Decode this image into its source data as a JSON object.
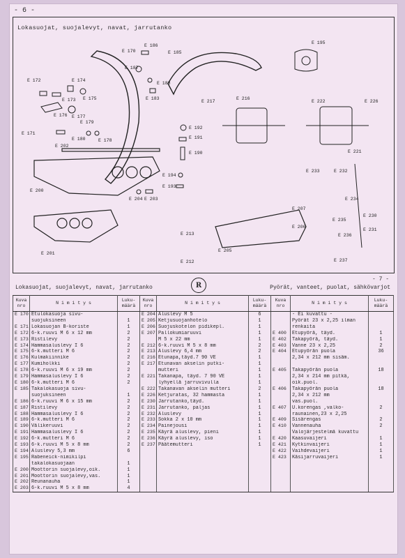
{
  "page_number_top": "- 6 -",
  "diagram": {
    "title": "Lokasuojat, suojalevyt, navat, jarrutanko",
    "labels": [
      "E 170",
      "E 172",
      "E 173",
      "E 174",
      "E 175",
      "E 176",
      "E 177",
      "E 171",
      "E 178",
      "E 179",
      "E 180",
      "E 186",
      "E 187",
      "E 188",
      "E 185",
      "E 183",
      "E 195",
      "E 216",
      "E 217",
      "E 222",
      "E 226",
      "E 192",
      "E 191",
      "E 190",
      "E 202",
      "E 194",
      "E 193",
      "E 204",
      "E 203",
      "E 200",
      "E 233",
      "E 232",
      "E 221",
      "E 234",
      "E 207",
      "E 206",
      "E 201",
      "E 213",
      "E 212",
      "E 205",
      "E 230",
      "E 235",
      "E 231",
      "E 236",
      "E 237"
    ]
  },
  "lower_header": {
    "left_title": "Lokasuojat, suojalevyt, navat, jarrutanko",
    "right_title": "Pyörät, vanteet, puolat, sähkövarjot",
    "page_number": "- 7 -",
    "logo_letter": "R"
  },
  "columns": {
    "kuva": "Kuva nro",
    "nimitys": "N i m i t y s",
    "lukumaara": "Luku- määrä"
  },
  "rows": [
    {
      "a": [
        "E 170",
        "Etulokasuoja sivu-",
        ""
      ],
      "b": [
        "E 204",
        "Aluslevy M 5",
        "6"
      ],
      "c": [
        "",
        "- Ei kuvattu -",
        ""
      ]
    },
    {
      "a": [
        "",
        "suojuksineen",
        "1"
      ],
      "b": [
        "E 205",
        "Ketjusuojanhotelo",
        "1"
      ],
      "c": [
        "",
        "Pyörät 23 x 2,25 ilman",
        ""
      ]
    },
    {
      "a": [
        "E 171",
        "Lokasuojan B-koriste",
        "1"
      ],
      "b": [
        "E 206",
        "Suojuskotelon pidikepl.",
        "1"
      ],
      "c": [
        "",
        "renkaita",
        ""
      ]
    },
    {
      "a": [
        "E 172",
        "6-k.ruuvi M 6 x 12 mm",
        "2"
      ],
      "b": [
        "E 207",
        "Pallokumiaruuvi",
        "1"
      ],
      "c": [
        "E 400",
        "Etupyörä, täyd.",
        "1"
      ]
    },
    {
      "a": [
        "E 173",
        "Ristilevy",
        "2"
      ],
      "b": [
        "",
        "M 5 x 22 mm",
        "1"
      ],
      "c": [
        "E 402",
        "Takapyörä, täyd.",
        "1"
      ]
    },
    {
      "a": [
        "E 174",
        "Hammasaluslevy I 6",
        "2"
      ],
      "b": [
        "E 212",
        "6-k.ruuvi M 5 x 8 mm",
        "2"
      ],
      "c": [
        "E 403",
        "Vanne 23 x 2,25",
        "2"
      ]
    },
    {
      "a": [
        "E 175",
        "6-k.mutteri M 6",
        "2"
      ],
      "b": [
        "E 213",
        "Aluslevy 6,4 mm",
        "2"
      ],
      "c": [
        "E 404",
        "Etupyörän puola",
        "36"
      ]
    },
    {
      "a": [
        "E 176",
        "Kulmakiinnike",
        "2"
      ],
      "b": [
        "E 216",
        "Etunapa,täyd.7 90 VE",
        "1"
      ],
      "c": [
        "",
        "2,34 x 212 mm sisäm.",
        ""
      ]
    },
    {
      "a": [
        "E 177",
        "Kumiholkki",
        "2"
      ],
      "b": [
        "E 217",
        "Etunavan akselin putki-",
        "1"
      ],
      "c": [
        "",
        "",
        ""
      ]
    },
    {
      "a": [
        "E 178",
        "6-k.ruuvi M 6 x 19 mm",
        "2"
      ],
      "b": [
        "",
        "mutteri",
        "1"
      ],
      "c": [
        "E 405",
        "Takapyörän puola",
        "18"
      ]
    },
    {
      "a": [
        "E 179",
        "Hammasaluslevy I 6",
        "2"
      ],
      "b": [
        "E 221",
        "Takanapa, täyd. 7 90 VE",
        "1"
      ],
      "c": [
        "",
        "2,34 x 214 mm pitkä,",
        ""
      ]
    },
    {
      "a": [
        "E 180",
        "6-k.mutteri M 6",
        "2"
      ],
      "b": [
        "",
        "lyhyellä jarruvivulla",
        "1"
      ],
      "c": [
        "",
        "oik.puol.",
        ""
      ]
    },
    {
      "a": [
        "E 185",
        "Takalokasuoja sivu-",
        ""
      ],
      "b": [
        "E 222",
        "Takanavan akselin mutteri",
        "2"
      ],
      "c": [
        "E 406",
        "Takapyörän puola",
        "18"
      ]
    },
    {
      "a": [
        "",
        "suojuksineen",
        "1"
      ],
      "b": [
        "E 226",
        "Ketjuratas, 32 hammasta",
        "1"
      ],
      "c": [
        "",
        "2,34 x 212 mm",
        ""
      ]
    },
    {
      "a": [
        "E 186",
        "6-k.ruuvi M 6 x 15 mm",
        "2"
      ],
      "b": [
        "E 230",
        "Jarrutanko,täyd.",
        "1"
      ],
      "c": [
        "",
        "vas.puol.",
        ""
      ]
    },
    {
      "a": [
        "E 187",
        "Ristilevy",
        "2"
      ],
      "b": [
        "E 231",
        "Jarrutanko, paljas",
        "1"
      ],
      "c": [
        "E 407",
        "U.korengas ,valko-",
        "2"
      ]
    },
    {
      "a": [
        "E 188",
        "Hammasaluslevy I 6",
        "2"
      ],
      "b": [
        "E 232",
        "Aluslevy",
        "1"
      ],
      "c": [
        "",
        "raunainen,23 x 2,25",
        ""
      ]
    },
    {
      "a": [
        "E 189",
        "6-k.mutteri M 6",
        "2"
      ],
      "b": [
        "E 233",
        "Sokka 2 x 10 mm",
        "1"
      ],
      "c": [
        "E 409",
        "Sisärengas",
        "2"
      ]
    },
    {
      "a": [
        "E 190",
        "Välikeruuvi",
        "2"
      ],
      "b": [
        "E 234",
        "Painejousi",
        "1"
      ],
      "c": [
        "E 410",
        "Vannenauha",
        "2"
      ]
    },
    {
      "a": [
        "E 191",
        "Hammasaluslevy I 6",
        "2"
      ],
      "b": [
        "E 235",
        "Käyrä aluslevy, pieni",
        "1"
      ],
      "c": [
        "",
        "Valojärjestelmä kuvattu",
        ""
      ]
    },
    {
      "a": [
        "E 192",
        "6-k.mutteri M 6",
        "2"
      ],
      "b": [
        "E 236",
        "Käyrä aluslevy, iso",
        "1"
      ],
      "c": [
        "E 420",
        "Kaasuvaijeri",
        "1"
      ]
    },
    {
      "a": [
        "E 193",
        "6-k.ruuvi M 5 x 8 mm",
        "2"
      ],
      "b": [
        "E 237",
        "Päätemutteri",
        "1"
      ],
      "c": [
        "E 421",
        "Kytkinvaijeri",
        "1"
      ]
    },
    {
      "a": [
        "E 194",
        "Aluslevy 5,3 mm",
        "6"
      ],
      "b": [
        "",
        "",
        ""
      ],
      "c": [
        "E 422",
        "Vaihdevaijeri",
        "1"
      ]
    },
    {
      "a": [
        "E 195",
        "Rabeneick-nimikilpi",
        ""
      ],
      "b": [
        "",
        "",
        ""
      ],
      "c": [
        "E 423",
        "Käsijarruvaijeri",
        "1"
      ]
    },
    {
      "a": [
        "",
        "takalokasuojaan",
        "1"
      ],
      "b": [
        "",
        "",
        ""
      ],
      "c": [
        "",
        "",
        ""
      ]
    },
    {
      "a": [
        "E 200",
        "Moottorin suojalevy,oik.",
        "1"
      ],
      "b": [
        "",
        "",
        ""
      ],
      "c": [
        "",
        "",
        ""
      ]
    },
    {
      "a": [
        "E 201",
        "Moottorin suojalevy,vas.",
        "1"
      ],
      "b": [
        "",
        "",
        ""
      ],
      "c": [
        "",
        "",
        ""
      ]
    },
    {
      "a": [
        "E 202",
        "Reunanauha",
        "1"
      ],
      "b": [
        "",
        "",
        ""
      ],
      "c": [
        "",
        "",
        ""
      ]
    },
    {
      "a": [
        "E 203",
        "6-k.ruuvi M 5 x 8 mm",
        "4"
      ],
      "b": [
        "",
        "",
        ""
      ],
      "c": [
        "",
        "",
        ""
      ]
    }
  ]
}
